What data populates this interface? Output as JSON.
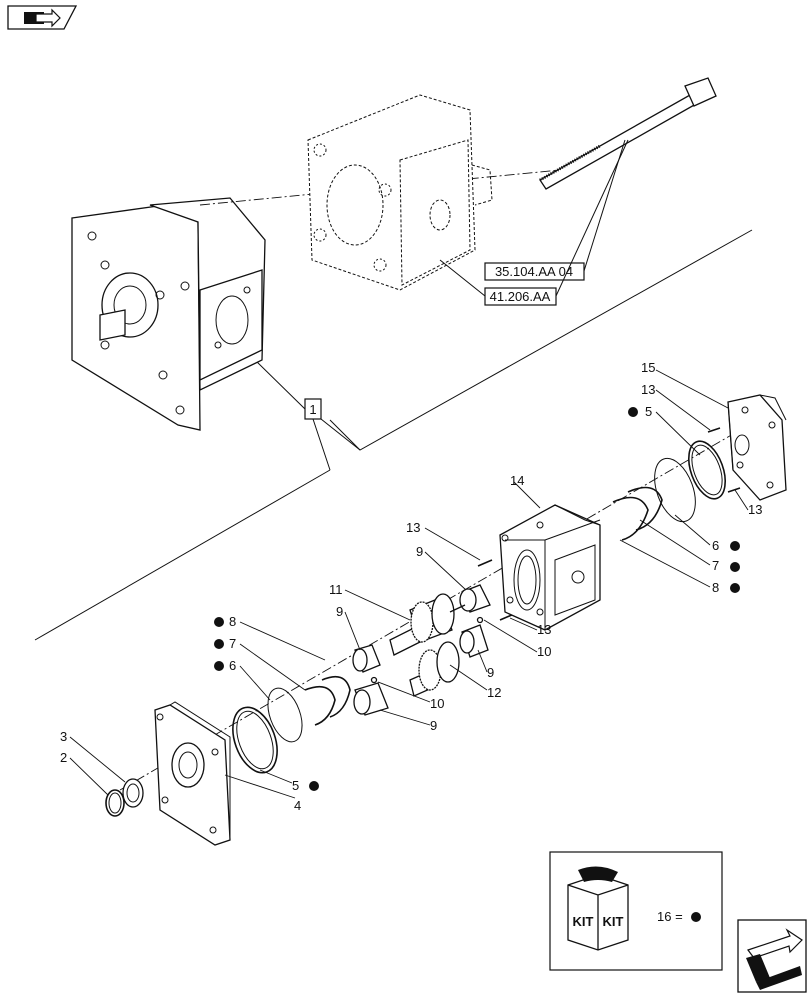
{
  "nav": {
    "top_left_icon": "book-arrow-icon",
    "bottom_right_icon": "next-page-arrow-icon"
  },
  "references": {
    "ref_a": "35.104.AA 04",
    "ref_b": "41.206.AA"
  },
  "assembly_label": "1",
  "callouts": {
    "c2": "2",
    "c3": "3",
    "c4": "4",
    "c5_left": "5",
    "c6_left": "6",
    "c7_left": "7",
    "c8_left": "8",
    "c9_a": "9",
    "c9_b": "9",
    "c9_c": "9",
    "c9_d": "9",
    "c10_a": "10",
    "c10_b": "10",
    "c11": "11",
    "c12": "12",
    "c13_a": "13",
    "c13_b": "13",
    "c13_c": "13",
    "c13_d": "13",
    "c14": "14",
    "c15": "15",
    "c5_right": "5",
    "c6_right": "6",
    "c7_right": "7",
    "c8_right": "8"
  },
  "kit_legend": {
    "icon": "kit-box-icon",
    "kit_word_left": "KIT",
    "kit_word_right": "KIT",
    "text": "16 ="
  }
}
